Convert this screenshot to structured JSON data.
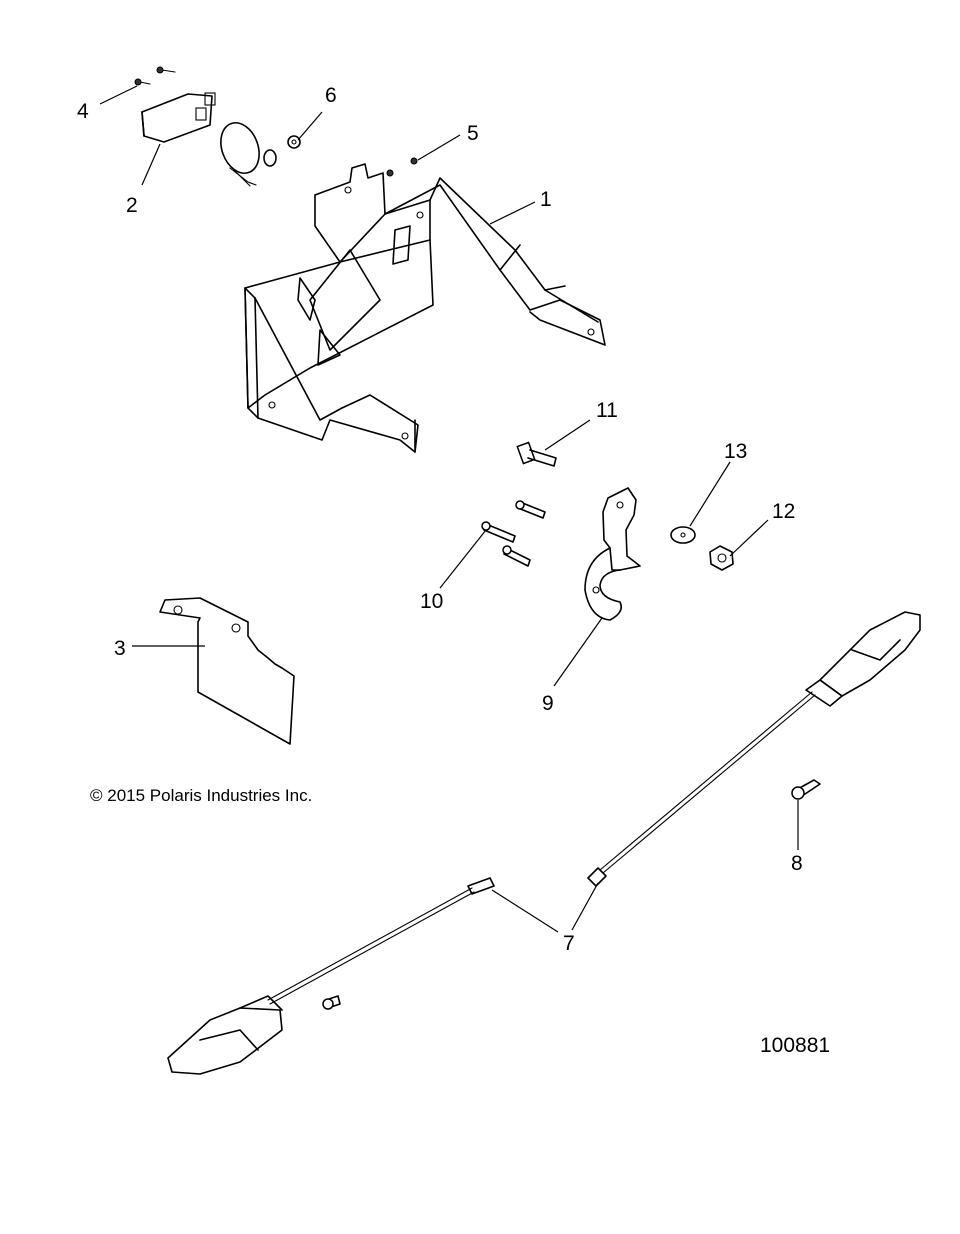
{
  "callouts": [
    "1",
    "2",
    "3",
    "4",
    "5",
    "6",
    "7",
    "8",
    "9",
    "10",
    "11",
    "12",
    "13"
  ],
  "copyright": "© 2015 Polaris Industries Inc.",
  "reference_number": "100881"
}
